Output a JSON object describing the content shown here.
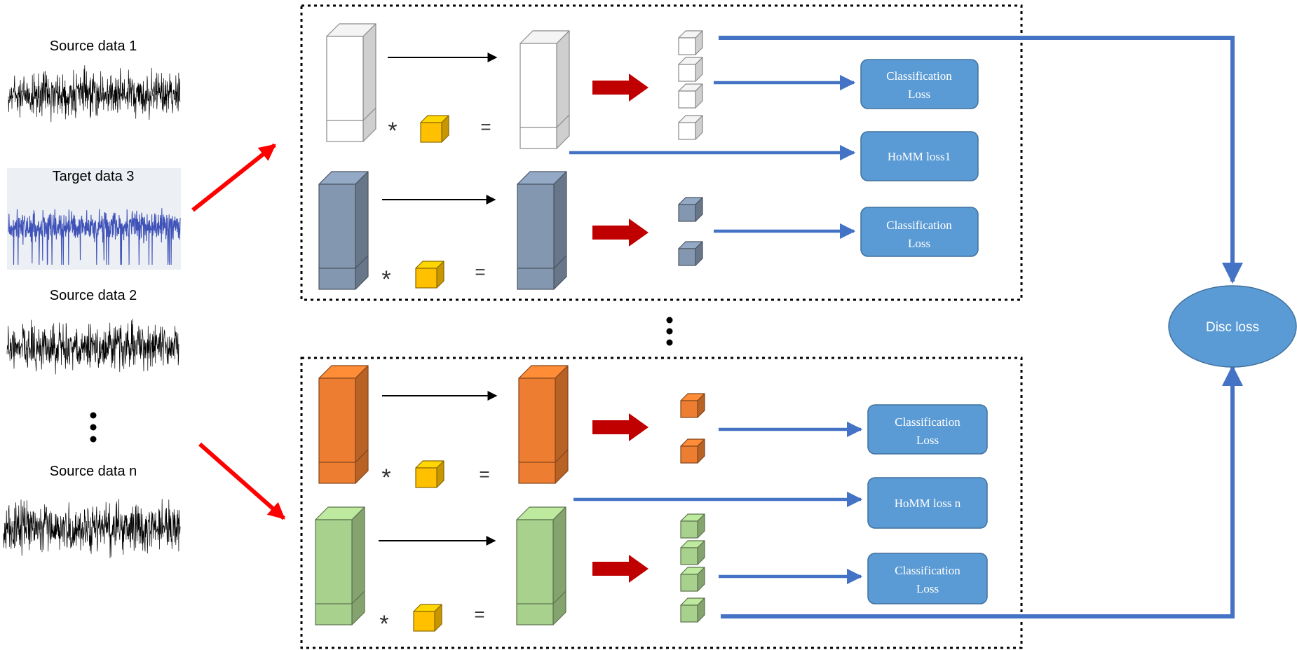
{
  "signals": {
    "source1": "Source data 1",
    "target3": "Target  data 3",
    "source2": "Source data 2",
    "sourceN": "Source data n"
  },
  "losses": {
    "cls1": [
      "Classification",
      "Loss"
    ],
    "homm1": "HoMM loss1",
    "cls2": [
      "Classification",
      "Loss"
    ],
    "cls3": [
      "Classification",
      "Loss"
    ],
    "hommN": "HoMM loss n",
    "cls4": [
      "Classification",
      "Loss"
    ],
    "disc": "Disc loss"
  },
  "operators": {
    "conv": "*",
    "equals": "="
  },
  "colors": {
    "white_block": "#ffffff",
    "slate_block": "#8497b0",
    "orange_block": "#ed7d31",
    "green_block": "#a9d18e",
    "kernel": "#ffc000",
    "loss_box": "#5b9bd5",
    "blue_arrow": "#4472c4",
    "red_arrow": "#c00000",
    "input_arrow": "#ff0000"
  }
}
